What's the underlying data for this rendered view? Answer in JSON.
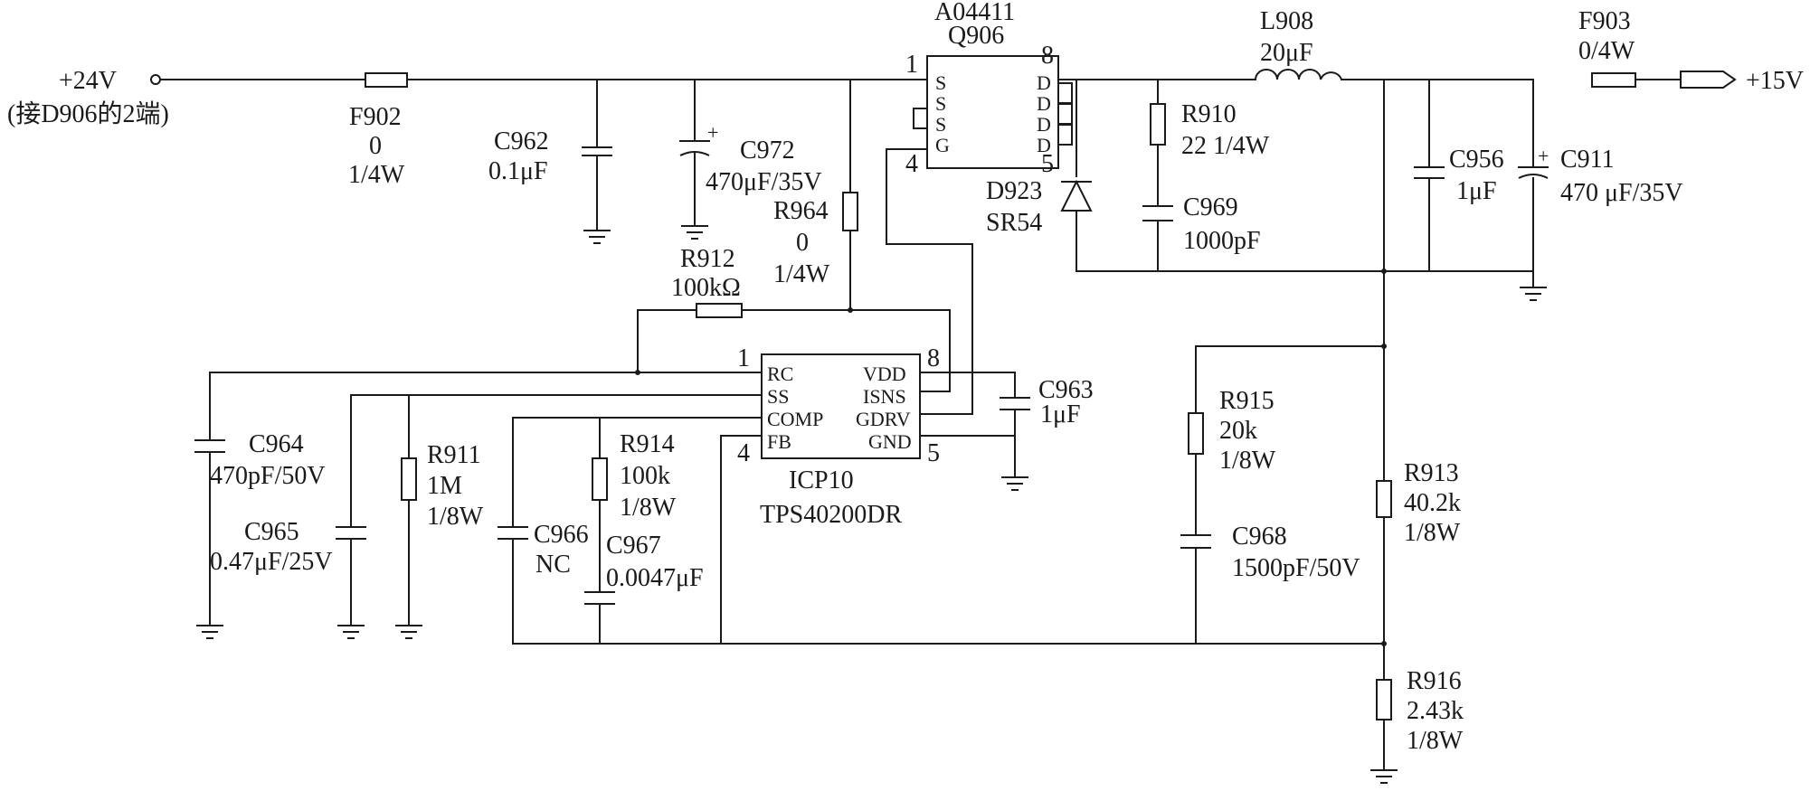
{
  "supply": {
    "input_voltage": "+24V",
    "input_note": "(接D906的2端)",
    "output_voltage": "+15V"
  },
  "components": {
    "F902": {
      "ref": "F902",
      "v1": "0",
      "v2": "1/4W"
    },
    "C962": {
      "ref": "C962",
      "value": "0.1μF"
    },
    "C972": {
      "ref": "C972",
      "value": "470μF/35V"
    },
    "Q906": {
      "part": "A04411",
      "ref": "Q906"
    },
    "L908": {
      "ref": "L908",
      "value": "20μF"
    },
    "F903": {
      "ref": "F903",
      "value": "0/4W"
    },
    "R910": {
      "ref": "R910",
      "value": "22 1/4W"
    },
    "C969": {
      "ref": "C969",
      "value": "1000pF"
    },
    "D923": {
      "ref": "D923",
      "part": "SR54"
    },
    "C956": {
      "ref": "C956",
      "value": "1μF"
    },
    "C911": {
      "ref": "C911",
      "value": "470 μF/35V"
    },
    "R964": {
      "ref": "R964",
      "v1": "0",
      "v2": "1/4W"
    },
    "R912": {
      "ref": "R912",
      "value": "100kΩ"
    },
    "C963": {
      "ref": "C963",
      "value": "1μF"
    },
    "C964": {
      "ref": "C964",
      "value": "470pF/50V"
    },
    "C965": {
      "ref": "C965",
      "value": "0.47μF/25V"
    },
    "R911": {
      "ref": "R911",
      "v1": "1M",
      "v2": "1/8W"
    },
    "R914": {
      "ref": "R914",
      "v1": "100k",
      "v2": "1/8W"
    },
    "C966": {
      "ref": "C966",
      "value": "NC"
    },
    "C967": {
      "ref": "C967",
      "value": "0.0047μF"
    },
    "R915": {
      "ref": "R915",
      "v1": "20k",
      "v2": "1/8W"
    },
    "C968": {
      "ref": "C968",
      "value": "1500pF/50V"
    },
    "R913": {
      "ref": "R913",
      "v1": "40.2k",
      "v2": "1/8W"
    },
    "R916": {
      "ref": "R916",
      "v1": "2.43k",
      "v2": "1/8W"
    }
  },
  "ic": {
    "ref": "ICP10",
    "part": "TPS40200DR",
    "pins_left": [
      "RC",
      "SS",
      "COMP",
      "FB"
    ],
    "pins_right": [
      "VDD",
      "ISNS",
      "GDRV",
      "GND"
    ],
    "pin_numbers": {
      "p1": "1",
      "p4": "4",
      "p5": "5",
      "p8": "8"
    }
  },
  "mosfet": {
    "pins_left": [
      "S",
      "S",
      "S",
      "G"
    ],
    "pins_right": [
      "D",
      "D",
      "D",
      "D"
    ],
    "pin_numbers": {
      "p1": "1",
      "p4": "4",
      "p5": "5",
      "p8": "8"
    }
  },
  "polarity_mark": "+"
}
